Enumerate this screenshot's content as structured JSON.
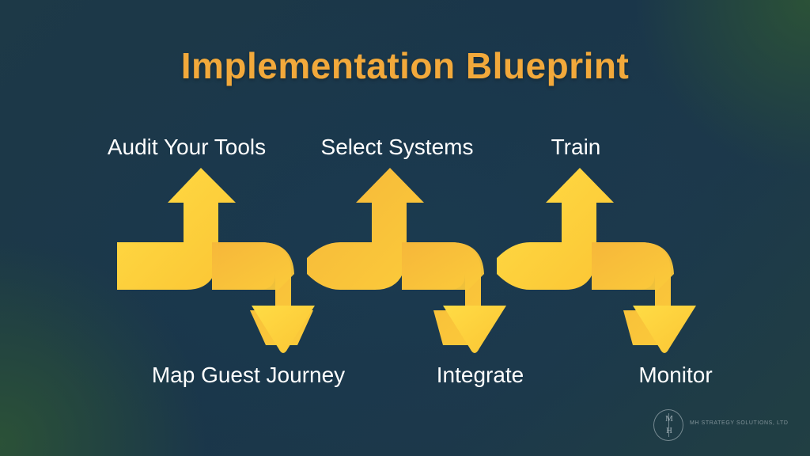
{
  "title": "Implementation Blueprint",
  "colors": {
    "title": "#f2a93b",
    "arrow_light": "#ffd43b",
    "arrow_dark": "#f4ae36",
    "text": "#ffffff"
  },
  "steps": [
    {
      "label": "Audit Your Tools",
      "direction": "up"
    },
    {
      "label": "Map Guest Journey",
      "direction": "down"
    },
    {
      "label": "Select Systems",
      "direction": "up"
    },
    {
      "label": "Integrate",
      "direction": "down"
    },
    {
      "label": "Train",
      "direction": "up"
    },
    {
      "label": "Monitor",
      "direction": "down"
    }
  ],
  "logo": {
    "initial_top": "M",
    "initial_bottom": "H",
    "text": "MH STRATEGY SOLUTIONS, LTD"
  }
}
